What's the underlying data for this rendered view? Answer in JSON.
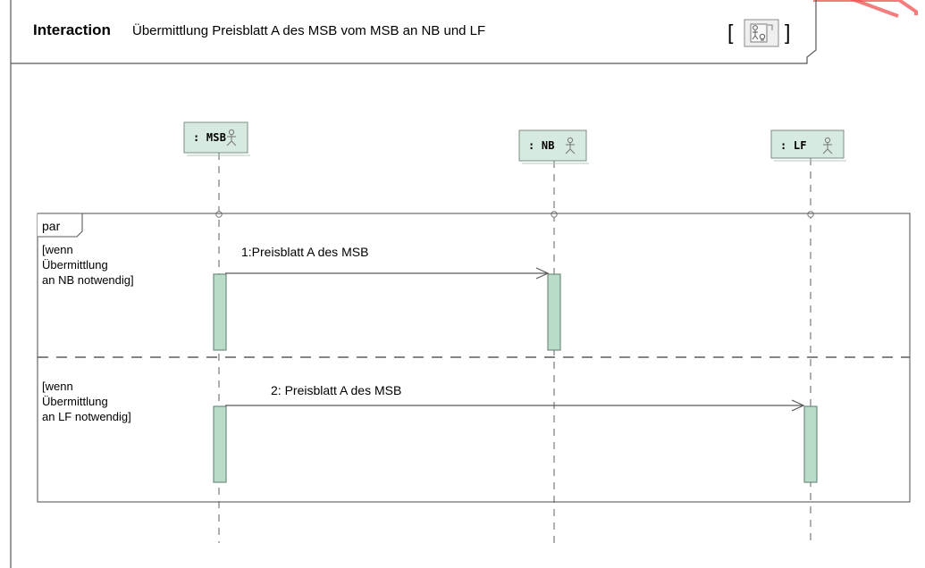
{
  "frame": {
    "keyword": "Interaction",
    "title": "Übermittlung Preisblatt A des MSB vom MSB an NB und LF",
    "icon": "diagram-icon"
  },
  "participants": [
    {
      "id": "msb",
      "label": ": MSB",
      "icon": "actor-icon"
    },
    {
      "id": "nb",
      "label": ": NB",
      "icon": "actor-icon"
    },
    {
      "id": "lf",
      "label": ": LF",
      "icon": "actor-icon"
    }
  ],
  "fragment": {
    "kind": "par",
    "operands": [
      {
        "guard": [
          "[wenn",
          "Übermittlung",
          "an NB notwendig]"
        ],
        "message": "1:Preisblatt A des MSB"
      },
      {
        "guard": [
          "[wenn",
          "Übermittlung",
          "an LF notwendig]"
        ],
        "message": "2: Preisblatt A des MSB"
      }
    ]
  },
  "colors": {
    "participant_fill": "#d6eadf",
    "activation_fill": "#b9dcc9",
    "line": "#5a5a5a",
    "watermark": "#f05050"
  }
}
